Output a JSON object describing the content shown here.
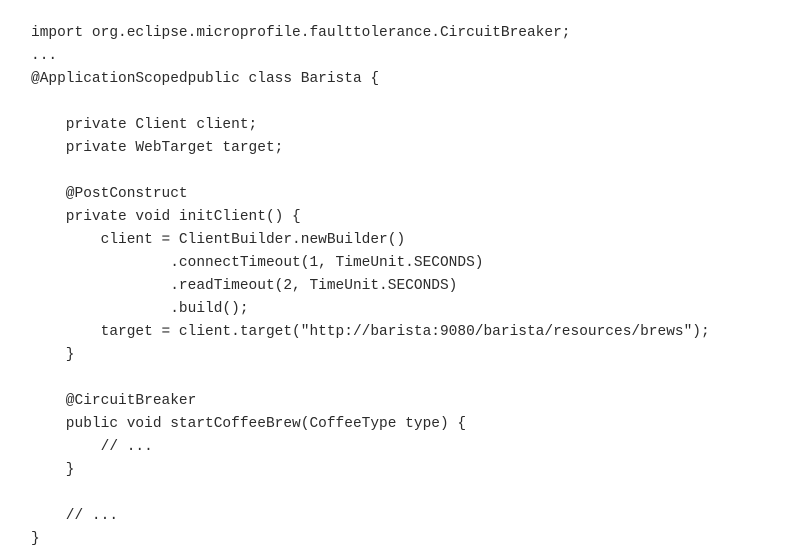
{
  "code": {
    "lines": [
      "import org.eclipse.microprofile.faulttolerance.CircuitBreaker;",
      "...",
      "@ApplicationScopedpublic class Barista {",
      "",
      "    private Client client;",
      "    private WebTarget target;",
      "",
      "    @PostConstruct",
      "    private void initClient() {",
      "        client = ClientBuilder.newBuilder()",
      "                .connectTimeout(1, TimeUnit.SECONDS)",
      "                .readTimeout(2, TimeUnit.SECONDS)",
      "                .build();",
      "        target = client.target(\"http://barista:9080/barista/resources/brews\");",
      "    }",
      "",
      "    @CircuitBreaker",
      "    public void startCoffeeBrew(CoffeeType type) {",
      "        // ...",
      "    }",
      "",
      "    // ...",
      "}"
    ]
  }
}
